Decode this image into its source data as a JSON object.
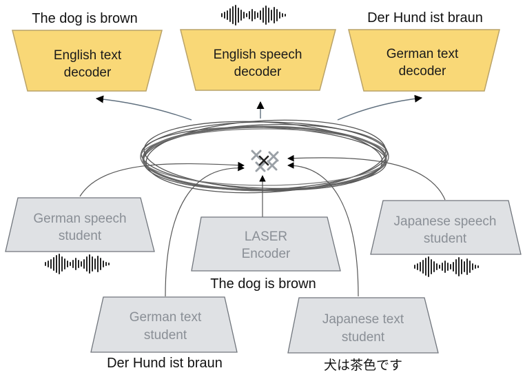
{
  "colors": {
    "decoder_fill": "#f9d877",
    "decoder_stroke": "#b9a268",
    "student_fill": "#dfe1e4",
    "student_stroke": "#70757c",
    "student_text": "#8a8f96",
    "arrow": "#5f6f7e"
  },
  "top_labels": {
    "english_text": "The dog is brown",
    "german_text": "Der Hund ist braun"
  },
  "decoders": {
    "english_text": [
      "English text",
      "decoder"
    ],
    "english_speech": [
      "English speech",
      "decoder"
    ],
    "german_text": [
      "German text",
      "decoder"
    ]
  },
  "students": {
    "german_speech": [
      "German speech",
      "student"
    ],
    "laser": [
      "LASER",
      "Encoder"
    ],
    "japanese_speech": [
      "Japanese speech",
      "student"
    ],
    "german_text": [
      "German text",
      "student"
    ],
    "japanese_text": [
      "Japanese text",
      "student"
    ]
  },
  "bottom_labels": {
    "laser_input": "The dog is brown",
    "german_text_input": "Der Hund ist braun",
    "japanese_text_input": "犬は茶色です"
  },
  "icons": {
    "speech": "waveform-icon",
    "embedding": "embedding-points-icon"
  }
}
